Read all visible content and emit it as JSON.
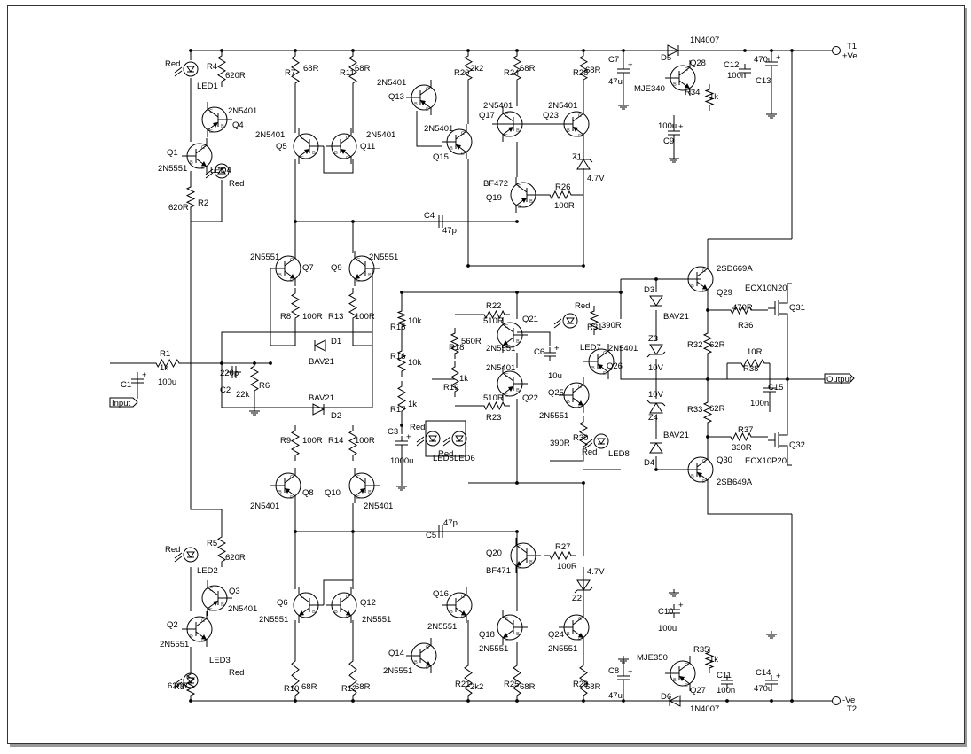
{
  "terminals": {
    "t1": {
      "name": "T1",
      "net": "+Ve"
    },
    "t2": {
      "name": "T2",
      "net": "-Ve"
    },
    "input": "Input",
    "output": "Output"
  },
  "parts": [
    {
      "id": "Q1",
      "value": "2N5551",
      "type": "npn"
    },
    {
      "id": "Q2",
      "value": "2N5551",
      "type": "npn"
    },
    {
      "id": "Q3",
      "value": "2N5401",
      "type": "pnp"
    },
    {
      "id": "Q4",
      "value": "2N5401",
      "type": "pnp"
    },
    {
      "id": "Q5",
      "value": "2N5401",
      "type": "pnp"
    },
    {
      "id": "Q6",
      "value": "2N5551",
      "type": "npn"
    },
    {
      "id": "Q7",
      "value": "2N5551",
      "type": "npn"
    },
    {
      "id": "Q8",
      "value": "2N5401",
      "type": "pnp"
    },
    {
      "id": "Q9",
      "value": "2N5551",
      "type": "npn"
    },
    {
      "id": "Q10",
      "value": "2N5401",
      "type": "pnp"
    },
    {
      "id": "Q11",
      "value": "2N5401",
      "type": "pnp"
    },
    {
      "id": "Q12",
      "value": "2N5551",
      "type": "npn"
    },
    {
      "id": "Q13",
      "value": "2N5401",
      "type": "pnp"
    },
    {
      "id": "Q14",
      "value": "2N5551",
      "type": "npn"
    },
    {
      "id": "Q15",
      "value": "2N5401",
      "type": "pnp"
    },
    {
      "id": "Q16",
      "value": "2N5551",
      "type": "npn"
    },
    {
      "id": "Q17",
      "value": "2N5401",
      "type": "pnp"
    },
    {
      "id": "Q18",
      "value": "2N5551",
      "type": "npn"
    },
    {
      "id": "Q19",
      "value": "BF472",
      "type": "pnp"
    },
    {
      "id": "Q20",
      "value": "BF471",
      "type": "npn"
    },
    {
      "id": "Q21",
      "value": "2N5551",
      "type": "npn"
    },
    {
      "id": "Q22",
      "value": "2N5401",
      "type": "pnp"
    },
    {
      "id": "Q23",
      "value": "2N5401",
      "type": "pnp"
    },
    {
      "id": "Q24",
      "value": "2N5551",
      "type": "npn"
    },
    {
      "id": "Q25",
      "value": "2N5551",
      "type": "npn"
    },
    {
      "id": "Q26",
      "value": "2N5401",
      "type": "pnp"
    },
    {
      "id": "Q27",
      "value": "MJE350",
      "type": "pnp"
    },
    {
      "id": "Q28",
      "value": "MJE340",
      "type": "npn"
    },
    {
      "id": "Q29",
      "value": "2SD669A",
      "type": "npn"
    },
    {
      "id": "Q30",
      "value": "2SB649A",
      "type": "pnp"
    },
    {
      "id": "Q31",
      "value": "ECX10N20",
      "type": "nmos"
    },
    {
      "id": "Q32",
      "value": "ECX10P20",
      "type": "pmos"
    },
    {
      "id": "R1",
      "value": "1k",
      "type": "res"
    },
    {
      "id": "R2",
      "value": "620R",
      "type": "res"
    },
    {
      "id": "R3",
      "value": "620R",
      "type": "res"
    },
    {
      "id": "R4",
      "value": "620R",
      "type": "res"
    },
    {
      "id": "R5",
      "value": "620R",
      "type": "res"
    },
    {
      "id": "R6",
      "value": "22k",
      "type": "res"
    },
    {
      "id": "R7",
      "value": "68R",
      "type": "res"
    },
    {
      "id": "R8",
      "value": "100R",
      "type": "res"
    },
    {
      "id": "R9",
      "value": "100R",
      "type": "res"
    },
    {
      "id": "R10",
      "value": "68R",
      "type": "res"
    },
    {
      "id": "R11",
      "value": "68R",
      "type": "res"
    },
    {
      "id": "R12",
      "value": "68R",
      "type": "res"
    },
    {
      "id": "R13",
      "value": "100R",
      "type": "res"
    },
    {
      "id": "R14",
      "value": "100R",
      "type": "res"
    },
    {
      "id": "R15",
      "value": "10k",
      "type": "res"
    },
    {
      "id": "R16",
      "value": "10k",
      "type": "res"
    },
    {
      "id": "R17",
      "value": "1k",
      "type": "res"
    },
    {
      "id": "R18",
      "value": "560R",
      "type": "res"
    },
    {
      "id": "R19",
      "value": "1k",
      "type": "pot"
    },
    {
      "id": "R20",
      "value": "2k2",
      "type": "res"
    },
    {
      "id": "R21",
      "value": "2k2",
      "type": "res"
    },
    {
      "id": "R22",
      "value": "510R",
      "type": "res"
    },
    {
      "id": "R23",
      "value": "510R",
      "type": "res"
    },
    {
      "id": "R24",
      "value": "68R",
      "type": "res"
    },
    {
      "id": "R25",
      "value": "68R",
      "type": "res"
    },
    {
      "id": "R26",
      "value": "100R",
      "type": "res"
    },
    {
      "id": "R27",
      "value": "100R",
      "type": "res"
    },
    {
      "id": "R28",
      "value": "68R",
      "type": "res"
    },
    {
      "id": "R29",
      "value": "68R",
      "type": "res"
    },
    {
      "id": "R30",
      "value": "390R",
      "type": "res"
    },
    {
      "id": "R31",
      "value": "390R",
      "type": "res"
    },
    {
      "id": "R32",
      "value": "62R",
      "type": "res"
    },
    {
      "id": "R33",
      "value": "62R",
      "type": "res"
    },
    {
      "id": "R34",
      "value": "1k",
      "type": "res"
    },
    {
      "id": "R35",
      "value": "1k",
      "type": "res"
    },
    {
      "id": "R36",
      "value": "470R",
      "type": "res"
    },
    {
      "id": "R37",
      "value": "330R",
      "type": "res"
    },
    {
      "id": "R38",
      "value": "10R",
      "type": "res"
    },
    {
      "id": "C1",
      "value": "100u",
      "type": "ecap"
    },
    {
      "id": "C2",
      "value": "220p",
      "type": "cap"
    },
    {
      "id": "C3",
      "value": "1000u",
      "type": "ecap"
    },
    {
      "id": "C4",
      "value": "47p",
      "type": "cap"
    },
    {
      "id": "C5",
      "value": "47p",
      "type": "cap"
    },
    {
      "id": "C6",
      "value": "10u",
      "type": "ecap"
    },
    {
      "id": "C7",
      "value": "47u",
      "type": "ecap"
    },
    {
      "id": "C8",
      "value": "47u",
      "type": "ecap"
    },
    {
      "id": "C9",
      "value": "100u",
      "type": "ecap"
    },
    {
      "id": "C10",
      "value": "100u",
      "type": "ecap"
    },
    {
      "id": "C11",
      "value": "100n",
      "type": "cap"
    },
    {
      "id": "C12",
      "value": "100n",
      "type": "cap"
    },
    {
      "id": "C13",
      "value": "470u",
      "type": "ecap"
    },
    {
      "id": "C14",
      "value": "470u",
      "type": "ecap"
    },
    {
      "id": "C15",
      "value": "100n",
      "type": "cap"
    },
    {
      "id": "D1",
      "value": "BAV21",
      "type": "diode"
    },
    {
      "id": "D2",
      "value": "BAV21",
      "type": "diode"
    },
    {
      "id": "D3",
      "value": "BAV21",
      "type": "diode"
    },
    {
      "id": "D4",
      "value": "BAV21",
      "type": "diode"
    },
    {
      "id": "D5",
      "value": "1N4007",
      "type": "diode"
    },
    {
      "id": "D6",
      "value": "1N4007",
      "type": "diode"
    },
    {
      "id": "Z1",
      "value": "4.7V",
      "type": "zener"
    },
    {
      "id": "Z2",
      "value": "4.7V",
      "type": "zener"
    },
    {
      "id": "Z3",
      "value": "10V",
      "type": "zener"
    },
    {
      "id": "Z4",
      "value": "10V",
      "type": "zener"
    },
    {
      "id": "LED1",
      "value": "Red",
      "type": "led"
    },
    {
      "id": "LED2",
      "value": "Red",
      "type": "led"
    },
    {
      "id": "LED3",
      "value": "Red",
      "type": "led"
    },
    {
      "id": "LED4",
      "value": "Red",
      "type": "led"
    },
    {
      "id": "LED5",
      "value": "Red",
      "type": "led"
    },
    {
      "id": "LED6",
      "value": "Red",
      "type": "led"
    },
    {
      "id": "LED7",
      "value": "Red",
      "type": "led"
    },
    {
      "id": "LED8",
      "value": "Red",
      "type": "led"
    }
  ]
}
